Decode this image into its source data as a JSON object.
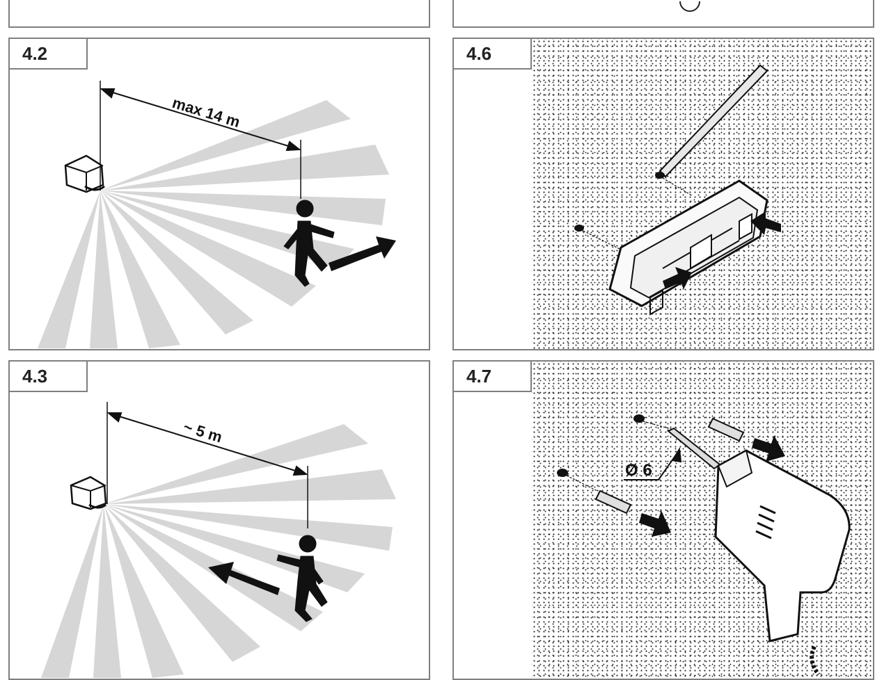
{
  "panels": {
    "p42": {
      "label": "4.2",
      "distance": "max 14 m"
    },
    "p43": {
      "label": "4.3",
      "distance": "~ 5 m"
    },
    "p46": {
      "label": "4.6"
    },
    "p47": {
      "label": "4.7",
      "drill_size": "Ø 6"
    }
  },
  "colors": {
    "ray": "#d6d6d6",
    "border": "#7f7f7f",
    "ink": "#111111"
  }
}
